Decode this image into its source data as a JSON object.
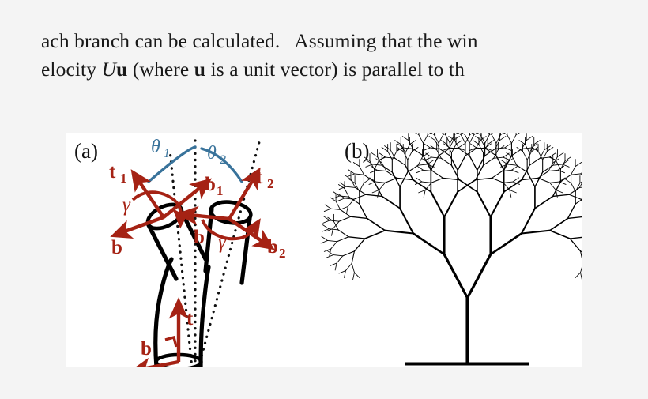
{
  "page": {
    "background_color": "#f4f4f4",
    "panel_background_color": "#ffffff"
  },
  "text": {
    "line1_part1": "ach branch can be calculated.  Assuming that the win",
    "line2_part1": "elocity ",
    "line2_math_U": "U",
    "line2_math_u": "u",
    "line2_part2": " (where ",
    "line2_math_u2": "u",
    "line2_part3": " is a unit vector) is parallel to t",
    "line2_part4": "h"
  },
  "figure": {
    "panel_a": {
      "label": "(a)",
      "colors": {
        "vector_red": "#a52214",
        "angle_blue": "#39739b",
        "branch_black": "#000000"
      },
      "vectors": [
        {
          "name": "t1",
          "base": "t",
          "sub": "1",
          "desc": "tangent-branch-1"
        },
        {
          "name": "b1",
          "base": "b",
          "sub": "1",
          "desc": "binormal-branch-1"
        },
        {
          "name": "b_left",
          "base": "b",
          "sub": "",
          "desc": "binormal-parent-left"
        },
        {
          "name": "t2",
          "base": "t",
          "sub": "2",
          "desc": "tangent-branch-2"
        },
        {
          "name": "b2",
          "base": "b",
          "sub": "2",
          "desc": "binormal-branch-2"
        },
        {
          "name": "b_right",
          "base": "b",
          "sub": "",
          "desc": "binormal-parent-right"
        },
        {
          "name": "t",
          "base": "t",
          "sub": "",
          "desc": "tangent-trunk"
        },
        {
          "name": "b_trunk",
          "base": "b",
          "sub": "",
          "desc": "binormal-trunk"
        }
      ],
      "angles": [
        {
          "name": "theta1",
          "base": "θ",
          "sub": "1"
        },
        {
          "name": "theta2",
          "base": "θ",
          "sub": "2"
        }
      ],
      "twist_labels": [
        {
          "name": "gamma_left",
          "base": "γ"
        },
        {
          "name": "gamma_right",
          "base": "γ"
        }
      ]
    },
    "panel_b": {
      "label": "(b)",
      "description": "fractal binary tree",
      "levels": 9,
      "branch_angle_deg": 28,
      "length_ratio": 0.76,
      "trunk_height": 82,
      "ground_line": true
    }
  }
}
